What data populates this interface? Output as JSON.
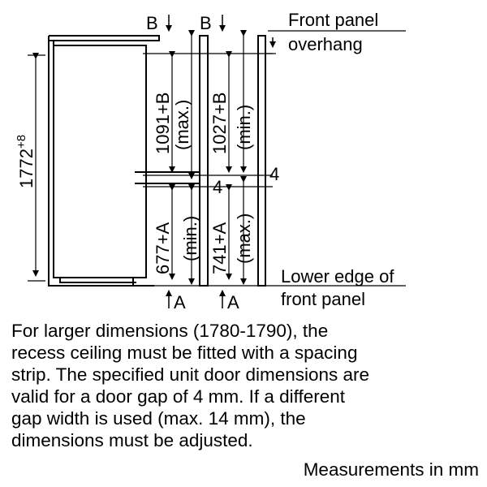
{
  "diagram": {
    "labels": {
      "b_left": "B",
      "b_right": "B",
      "front_panel_line1": "Front panel",
      "front_panel_line2": "overhang",
      "height_total": "1772",
      "height_total_tol": "+8",
      "upper_left": "1091+B",
      "upper_left_qual": "(max.)",
      "upper_right": "1027+B",
      "upper_right_qual": "(min.)",
      "lower_left": "677+A",
      "lower_left_qual": "(min.)",
      "lower_right": "741+A",
      "lower_right_qual": "(max.)",
      "gap_upper": "4",
      "gap_lower": "4",
      "lower_edge_line1": "Lower edge of",
      "lower_edge_line2": "front panel",
      "a_left": "A",
      "a_right": "A"
    }
  },
  "note": {
    "lines": [
      "For larger dimensions (1780-1790), the",
      "recess ceiling must be fitted with a spacing",
      "strip. The specified unit door dimensions are",
      "valid for a door gap of 4 mm. If a different",
      "gap width is used (max. 14 mm), the",
      "dimensions must be adjusted."
    ]
  },
  "footer": {
    "units": "Measurements in mm"
  }
}
